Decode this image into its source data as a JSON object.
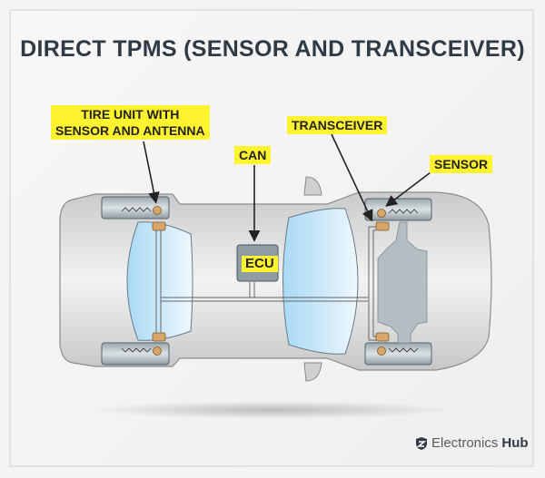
{
  "title": "DIRECT TPMS (SENSOR AND TRANSCEIVER)",
  "labels": {
    "tire_unit_line1": "TIRE UNIT WITH",
    "tire_unit_line2": "SENSOR AND ANTENNA",
    "can": "CAN",
    "ecu": "ECU",
    "transceiver": "TRANSCEIVER",
    "sensor": "SENSOR"
  },
  "logo": {
    "word1": "Electronics",
    "word2": "Hub",
    "icon": "shield-icon"
  },
  "colors": {
    "highlight": "#fff22e",
    "title": "#2f3a45",
    "sensor": "#d9a66a",
    "glass": "#bfe3f7",
    "body": "#d2d3d4"
  }
}
